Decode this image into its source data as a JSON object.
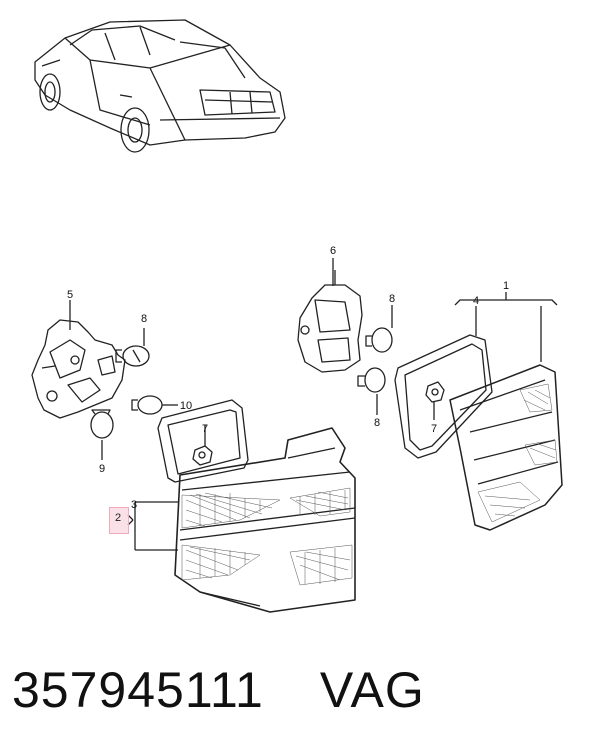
{
  "diagram": {
    "callouts": [
      {
        "id": "c1",
        "label": "1"
      },
      {
        "id": "c2",
        "label": "2"
      },
      {
        "id": "c3",
        "label": "3"
      },
      {
        "id": "c4",
        "label": "4"
      },
      {
        "id": "c5",
        "label": "5"
      },
      {
        "id": "c6",
        "label": "6"
      },
      {
        "id": "c7a",
        "label": "7"
      },
      {
        "id": "c7b",
        "label": "7"
      },
      {
        "id": "c8a",
        "label": "8"
      },
      {
        "id": "c8b",
        "label": "8"
      },
      {
        "id": "c8c",
        "label": "8"
      },
      {
        "id": "c9",
        "label": "9"
      },
      {
        "id": "c10",
        "label": "10"
      }
    ],
    "highlight_color": "#f0aab9"
  },
  "caption": {
    "part_number": "357945111",
    "brand": "VAG"
  }
}
